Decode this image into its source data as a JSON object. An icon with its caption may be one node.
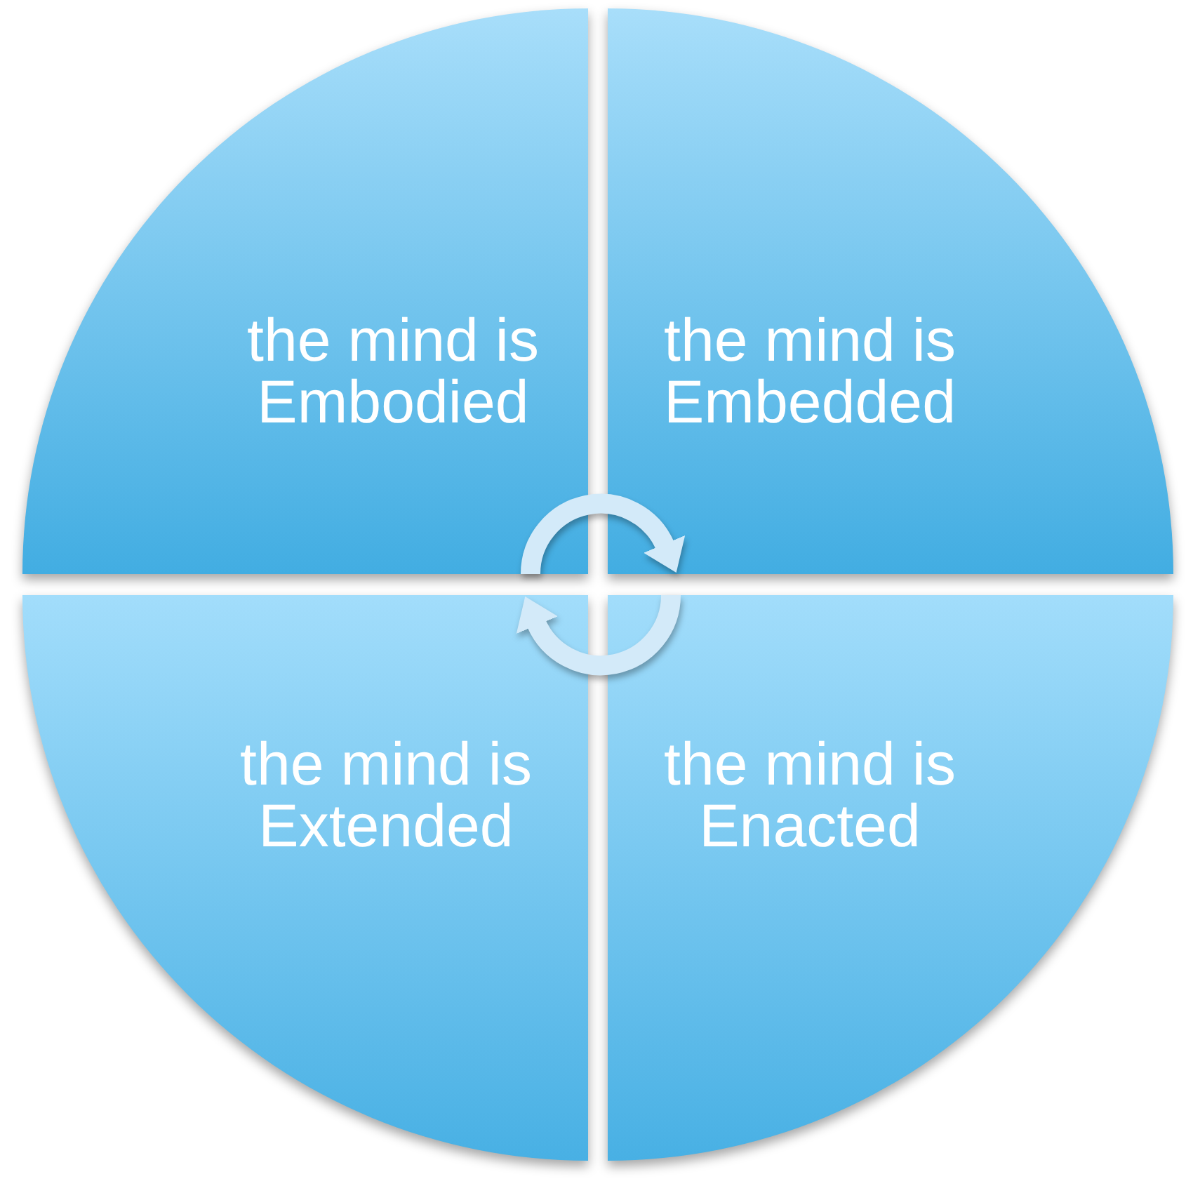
{
  "diagram": {
    "nodes": [
      {
        "text": [
          "the mind is Embodied"
        ]
      },
      {
        "text": [
          "the mind is Embedded"
        ]
      },
      {
        "text": [
          "the mind is Extended"
        ]
      },
      {
        "text": [
          "the mind is Enacted"
        ]
      }
    ],
    "edges": [
      {
        "from": 0,
        "to": 1,
        "arrow": "to"
      },
      {
        "from": 3,
        "to": 2,
        "arrow": "to"
      }
    ]
  }
}
